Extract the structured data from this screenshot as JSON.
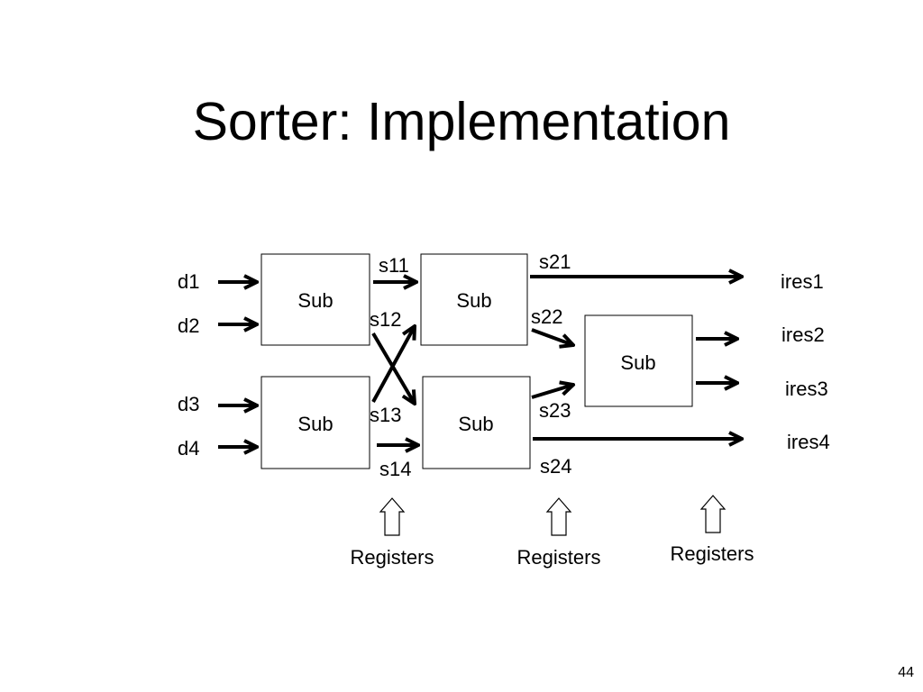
{
  "slide": {
    "title": "Sorter: Implementation",
    "page_number": "44"
  },
  "diagram": {
    "inputs": [
      "d1",
      "d2",
      "d3",
      "d4"
    ],
    "stage1_signals": [
      "s11",
      "s12",
      "s13",
      "s14"
    ],
    "stage2_signals": [
      "s21",
      "s22",
      "s23",
      "s24"
    ],
    "outputs": [
      "ires1",
      "ires2",
      "ires3",
      "ires4"
    ],
    "block_label": "Sub",
    "register_label": "Registers"
  }
}
